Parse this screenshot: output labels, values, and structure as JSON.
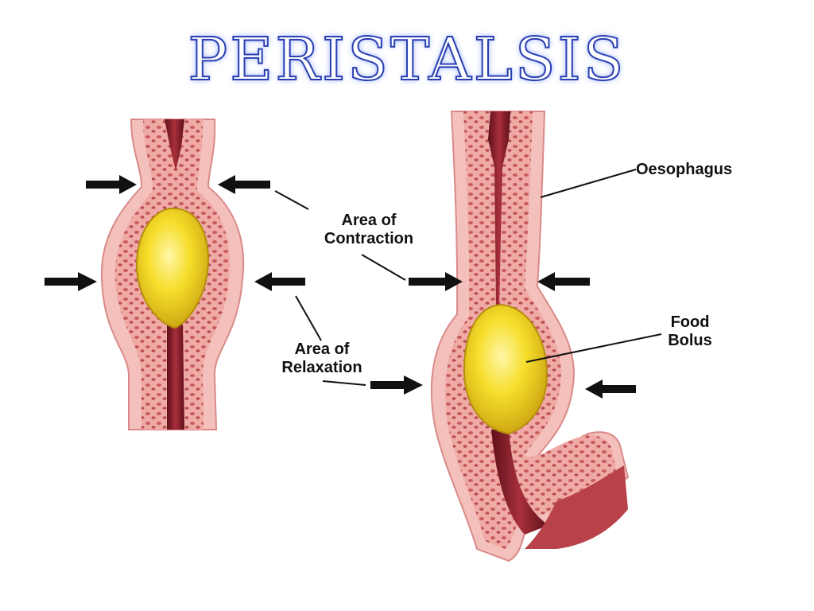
{
  "title": "PERISTALSIS",
  "labels": {
    "oesophagus": "Oesophagus",
    "contraction": [
      "Area of",
      "Contraction"
    ],
    "relaxation": [
      "Area of",
      "Relaxation"
    ],
    "bolus": [
      "Food",
      "Bolus"
    ]
  },
  "colors": {
    "title_outline": "#2a3fb0",
    "tissue": "#f2b7b2",
    "tissue_dark": "#c9605e",
    "lumen": "#8e1f2a",
    "bolus": "#f3d21c",
    "arrow": "#111111"
  }
}
